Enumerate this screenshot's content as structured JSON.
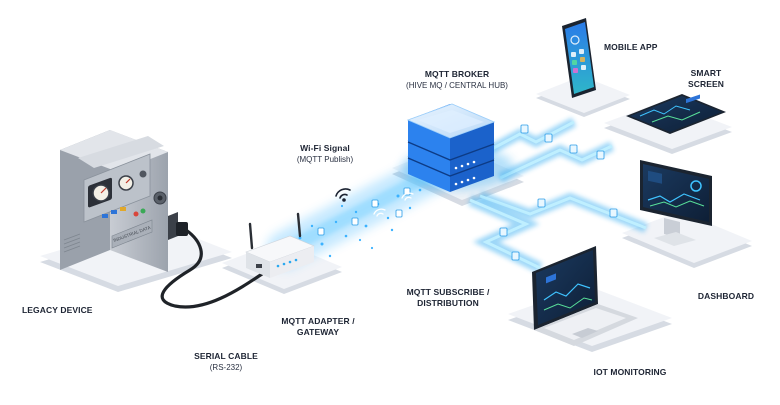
{
  "labels": {
    "mqtt_broker": {
      "title": "MQTT BROKER",
      "subtitle": "(HIVE MQ / CENTRAL HUB)"
    },
    "mobile_app": {
      "title": "MOBILE APP"
    },
    "smart_screen": {
      "title1": "SMART",
      "title2": "SCREEN"
    },
    "wifi_signal": {
      "title": "Wi-Fi Signal",
      "subtitle": "(MQTT Publish)"
    },
    "dashboard": {
      "title": "DASHBOARD"
    },
    "legacy_device": {
      "title": "LEGACY DEVICE"
    },
    "mqtt_subscribe": {
      "title1": "MQTT SUBSCRIBE /",
      "title2": "DISTRIBUTION"
    },
    "mqtt_adapter": {
      "title1": "MQTT ADAPTER /",
      "title2": "GATEWAY"
    },
    "serial_cable": {
      "title": "SERIAL CABLE",
      "subtitle": "(RS-232)"
    },
    "iot_monitoring": {
      "title": "IOT MONITORING"
    }
  },
  "device_plate_text": "INDUSTRIAL DATA",
  "colors": {
    "glow": "#2aa8f0",
    "glow_core": "#bfefff",
    "platform": "#eef1f5",
    "platform_side": "#d5dae2",
    "broker_blue": "#1f6fe0",
    "screen_dark": "#16304f",
    "label": "#1d2433"
  }
}
